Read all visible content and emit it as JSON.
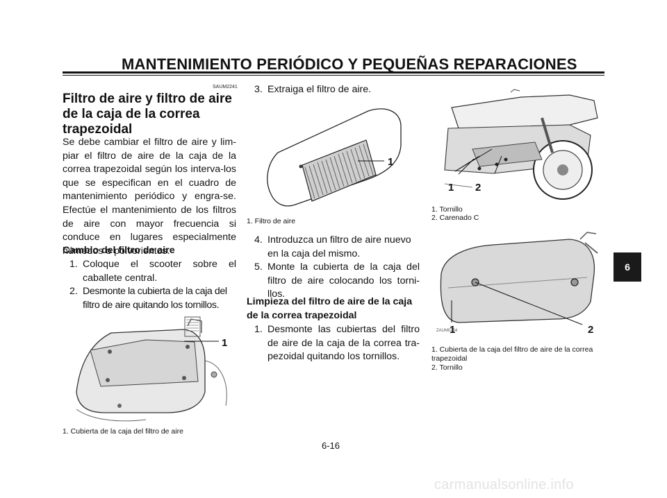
{
  "header": {
    "title": "MANTENIMIENTO PERIÓDICO Y PEQUEÑAS REPARACIONES"
  },
  "section_code": "SAUM2241",
  "section_title": "Filtro de aire y filtro de aire de la caja de la correa trapezoidal",
  "intro": "Se debe cambiar el filtro de aire y lim-piar el filtro de aire de la caja de la correa trapezoidal según los interva-los que se especifican en el cuadro de mantenimiento periódico y engra-se. Efectúe el mantenimiento de los filtros de aire con mayor frecuencia si conduce en lugares especialmente húmedos o polvorientos.",
  "change_title": "Cambio del filtro de aire",
  "change_steps": [
    {
      "num": "1.",
      "text": "Coloque el scooter sobre el caballete central."
    },
    {
      "num": "2.",
      "text": "Desmonte la cubierta de la caja del filtro de aire quitando los tornillos."
    },
    {
      "num": "3.",
      "text": "Extraiga el filtro de aire."
    },
    {
      "num": "4.",
      "text": "Introduzca un filtro de aire nuevo en la caja del mismo."
    },
    {
      "num": "5.",
      "text": "Monte la cubierta de la caja del filtro de aire colocando los torni-llos."
    }
  ],
  "clean_title": "Limpieza del filtro de aire de la caja de la correa trapezoidal",
  "clean_steps": [
    {
      "num": "1.",
      "text": "Desmonte las cubiertas del filtro de aire de la caja de la correa tra-pezoidal quitando los tornillos."
    }
  ],
  "figures": {
    "fig1": {
      "label1": "1",
      "caption": "1. Cubierta de la caja del filtro de aire"
    },
    "fig2": {
      "label1": "1",
      "caption": "1. Filtro de aire"
    },
    "fig3": {
      "label1": "1",
      "label2": "2",
      "caption1": "1. Tornillo",
      "caption2": "2. Carenado C"
    },
    "fig4": {
      "code": "ZAUM0704",
      "label1": "1",
      "label2": "2",
      "caption1": "1. Cubierta de la caja del filtro de aire de la correa trapezoidal",
      "caption2": "2. Tornillo"
    }
  },
  "chapter_tab": "6",
  "page_number": "6-16",
  "watermark": "carmanualsonline.info",
  "colors": {
    "text": "#111111",
    "tab": "#1a1a1a",
    "watermark": "#e3e3e3"
  }
}
